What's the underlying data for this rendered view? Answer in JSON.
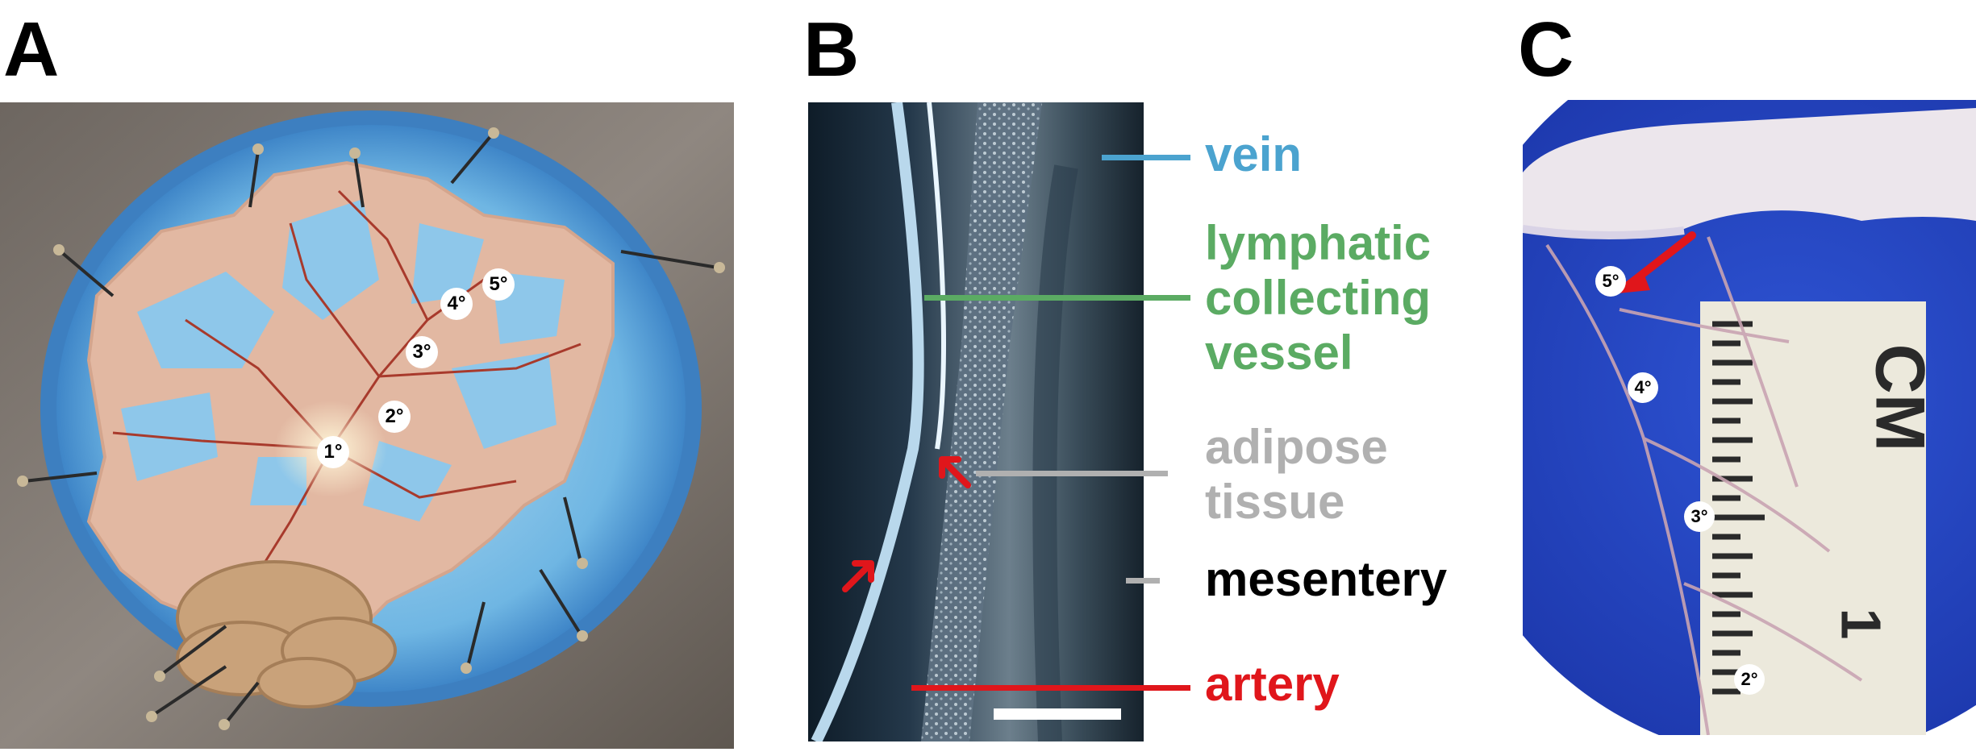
{
  "panels": {
    "a": {
      "letter": "A"
    },
    "b": {
      "letter": "B"
    },
    "c": {
      "letter": "C"
    }
  },
  "panel_a_badges": [
    "1°",
    "2°",
    "3°",
    "4°",
    "5°"
  ],
  "panel_b_labels": {
    "vein": "vein",
    "lymphatic": "lymphatic\ncollecting\nvessel",
    "adipose": "adipose\ntissue",
    "mesentery": "mesentery",
    "artery": "artery"
  },
  "panel_c_badges": [
    "5°",
    "4°",
    "3°",
    "2°"
  ],
  "panel_c_ruler": {
    "unit": "CM",
    "number": "1"
  },
  "colors": {
    "vein": "#4ba3cf",
    "lymphatic": "#5bab63",
    "adipose": "#b0b0b0",
    "mesentery": "#000000",
    "artery": "#e0161b",
    "red_arrow": "#e0161b"
  }
}
